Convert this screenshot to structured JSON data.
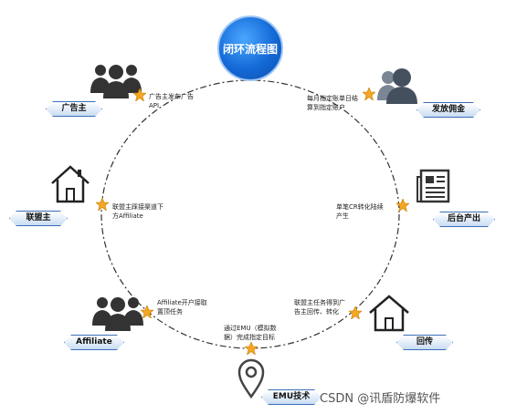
{
  "title": "闭环流程图",
  "nodes": {
    "advertiser": {
      "label": "广告主",
      "step": "广告主发布广告\nAPI",
      "icon": "group-people-icon"
    },
    "alliance": {
      "label": "联盟主",
      "step": "联盟主踩接渠道下\n方Affiliate",
      "icon": "house-icon"
    },
    "affiliate": {
      "label": "Affiliate",
      "step": "Affiliate开户接取\n置顶任务",
      "icon": "group-people-icon"
    },
    "emu": {
      "label": "EMU技术",
      "step": "通过EMU（模拟数\n据）完成指定目标",
      "icon": "location-pin-icon"
    },
    "callback": {
      "label": "回传",
      "step": "联盟主任务得到广\n告主回传、转化",
      "icon": "house-icon"
    },
    "backend": {
      "label": "后台产出",
      "step": "单笔CR转化陆续\n产生",
      "icon": "newspaper-icon"
    },
    "commission": {
      "label": "发放佣金",
      "step": "每月指定账单日结\n算到指定账户",
      "icon": "person-silhouette-icon"
    }
  },
  "watermark": "CSDN @讯盾防爆软件",
  "colors": {
    "accent_blue": "#1469d6",
    "star_orange": "#f5a623",
    "tag_border": "#3a6fb8"
  }
}
